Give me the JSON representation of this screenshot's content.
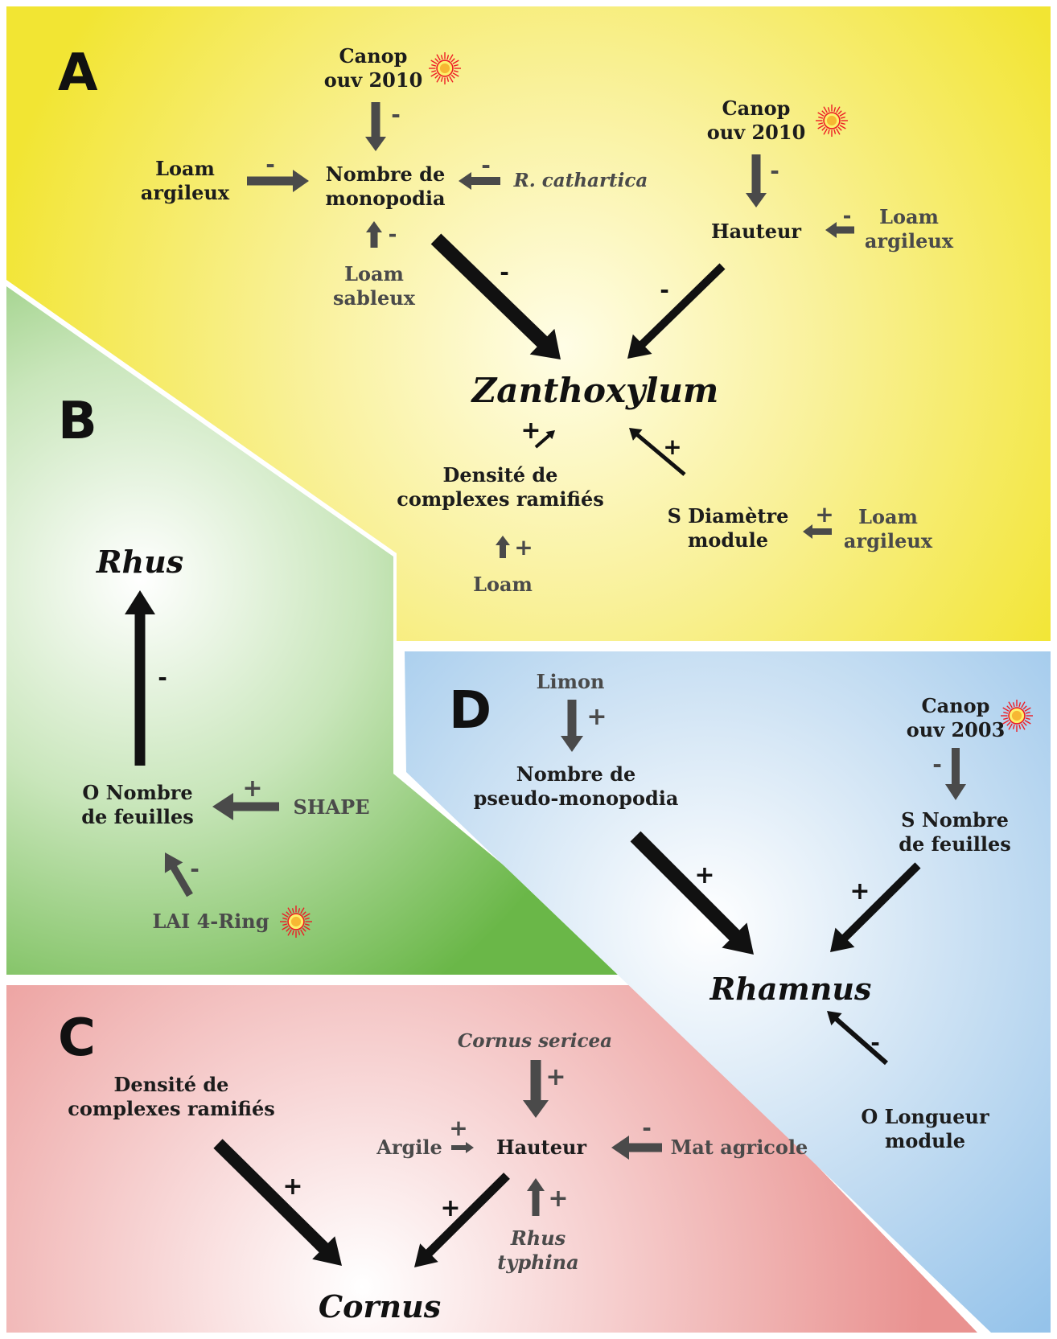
{
  "colors": {
    "panel_a": "#f2e533",
    "panel_b": "#74c052",
    "panel_c": "#eb9a98",
    "panel_d": "#9cc8ea",
    "arrow_major": "#111111",
    "arrow_minor": "#4a4a4a",
    "sun": "#ed1c24"
  },
  "panels": {
    "a": {
      "letter": "A",
      "genus": "Zanthoxylum",
      "canop_left": [
        "Canop",
        "ouv 2010"
      ],
      "canop_right": [
        "Canop",
        "ouv 2010"
      ],
      "loam_argileux_left": [
        "Loam",
        "argileux"
      ],
      "nombre_monopodia": [
        "Nombre de",
        "monopodia"
      ],
      "r_cathartica": "R. cathartica",
      "loam_sableux": [
        "Loam",
        "sableux"
      ],
      "hauteur": "Hauteur",
      "loam_argileux_right": [
        "Loam",
        "argileux"
      ],
      "densite": [
        "Densité de",
        "complexes ramifiés"
      ],
      "loam": "Loam",
      "s_diametre": [
        "S Diamètre",
        "module"
      ],
      "loam_argileux_bottom": [
        "Loam",
        "argileux"
      ]
    },
    "b": {
      "letter": "B",
      "genus": "Rhus",
      "o_nombre": [
        "O Nombre",
        "de feuilles"
      ],
      "shape": "SHAPE",
      "lai": "LAI 4-Ring"
    },
    "c": {
      "letter": "C",
      "genus": "Cornus",
      "densite": [
        "Densité de",
        "complexes ramifiés"
      ],
      "cornus_sericea": "Cornus sericea",
      "argile": "Argile",
      "hauteur": "Hauteur",
      "mat_agricole": "Mat agricole",
      "rhus_typhina": [
        "Rhus",
        "typhina"
      ]
    },
    "d": {
      "letter": "D",
      "genus": "Rhamnus",
      "limon": "Limon",
      "nombre_pseudo": [
        "Nombre de",
        "pseudo-monopodia"
      ],
      "canop": [
        "Canop",
        "ouv 2003"
      ],
      "s_nombre": [
        "S Nombre",
        "de feuilles"
      ],
      "o_longueur": [
        "O Longueur",
        "module"
      ]
    }
  },
  "signs": {
    "plus": "+",
    "minus": "-"
  },
  "icons": [
    "sun-icon",
    "arrow-icon"
  ]
}
